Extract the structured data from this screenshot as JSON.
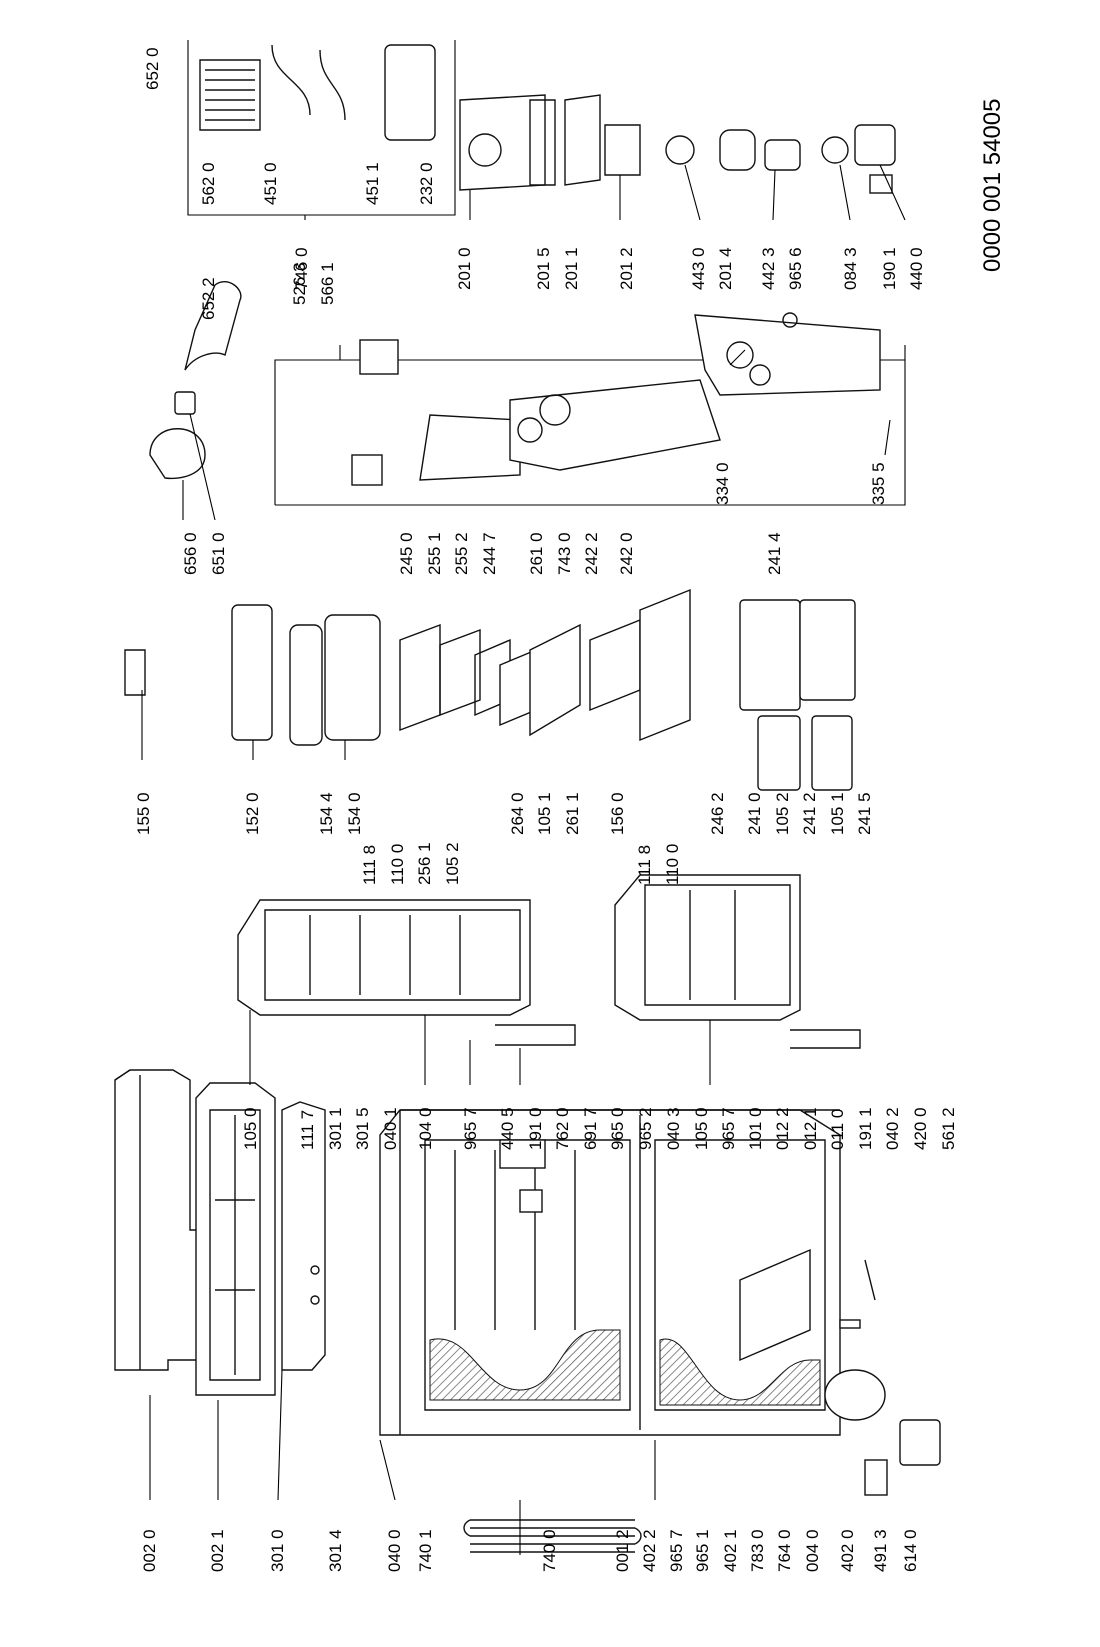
{
  "diagram_code": "0000 001 54005",
  "callouts": [
    "002 0",
    "002 1",
    "301 0",
    "301 4",
    "040 0",
    "740 1",
    "740 0",
    "001 2",
    "402 2",
    "965 7",
    "965 1",
    "402 1",
    "783 0",
    "764 0",
    "004 0",
    "402 0",
    "491 3",
    "614 0",
    "105 0",
    "111 7",
    "301 1",
    "301 5",
    "040 1",
    "104 0",
    "965 7",
    "440 5",
    "191 0",
    "762 0",
    "691 7",
    "965 0",
    "965 2",
    "040 3",
    "105 0",
    "965 7",
    "101 0",
    "012 2",
    "012 1",
    "011 0",
    "191 1",
    "040 2",
    "420 0",
    "561 2",
    "155 0",
    "152 0",
    "154 4",
    "154 0",
    "111 8",
    "110 0",
    "256 1",
    "105 2",
    "264 0",
    "105 1",
    "261 1",
    "156 0",
    "111 8",
    "110 0",
    "246 2",
    "241 0",
    "105 2",
    "241 2",
    "105 1",
    "241 5",
    "656 0",
    "651 0",
    "245 0",
    "255 1",
    "255 2",
    "244 7",
    "261 0",
    "743 0",
    "242 2",
    "242 0",
    "241 4",
    "652 0",
    "652 2",
    "526 3",
    "566 1",
    "334 0",
    "335 5",
    "746 0",
    "562 0",
    "451 0",
    "451 1",
    "232 0",
    "201 0",
    "201 5",
    "201 1",
    "201 2",
    "443 0",
    "201 4",
    "442 3",
    "965 6",
    "084 3",
    "190 1",
    "440 0"
  ]
}
